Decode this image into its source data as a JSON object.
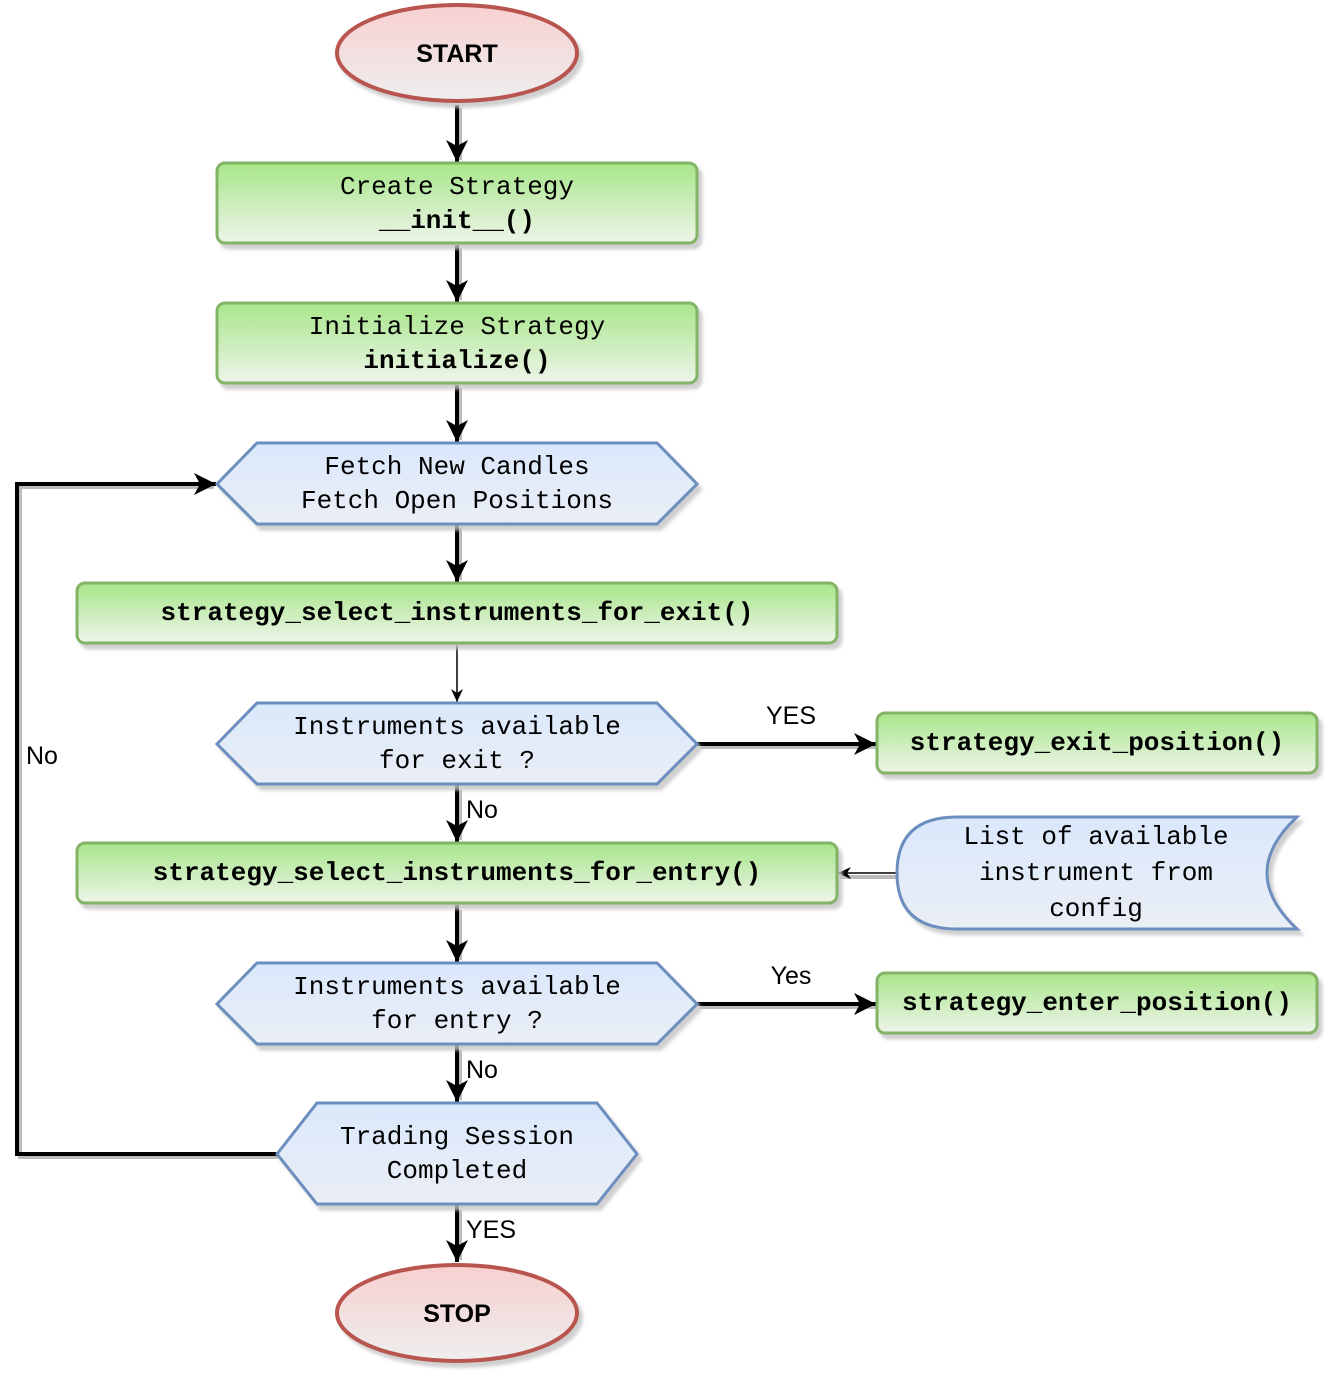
{
  "nodes": {
    "start": {
      "label": "START"
    },
    "create_strategy": {
      "line1": "Create Strategy",
      "line2": "__init__()"
    },
    "initialize_strategy": {
      "line1": "Initialize Strategy",
      "line2": "initialize()"
    },
    "fetch": {
      "line1": "Fetch New Candles",
      "line2": "Fetch Open Positions"
    },
    "select_exit": {
      "label": "strategy_select_instruments_for_exit()"
    },
    "exit_decision": {
      "line1": "Instruments available",
      "line2": "for exit ?"
    },
    "exit_position": {
      "label": "strategy_exit_position()"
    },
    "select_entry": {
      "label": "strategy_select_instruments_for_entry()"
    },
    "instrument_list": {
      "line1": "List of available",
      "line2": "instrument from",
      "line3": "config"
    },
    "entry_decision": {
      "line1": "Instruments available",
      "line2": "for entry ?"
    },
    "enter_position": {
      "label": "strategy_enter_position()"
    },
    "session_decision": {
      "line1": "Trading Session",
      "line2": "Completed"
    },
    "stop": {
      "label": "STOP"
    }
  },
  "edges": {
    "exit_yes": "YES",
    "exit_no": "No",
    "entry_yes": "Yes",
    "entry_no": "No",
    "session_yes": "YES",
    "session_no": "No"
  },
  "colors": {
    "terminal_fill_top": "#f8d0d0",
    "terminal_fill_bottom": "#eeeeee",
    "terminal_stroke": "#b85450",
    "process_fill_top": "#a8e68a",
    "process_fill_bottom": "#eef5ea",
    "process_stroke": "#82b366",
    "decision_fill_top": "#dae8fc",
    "decision_fill_bottom": "#eaeef5",
    "decision_stroke": "#6c8ebf"
  }
}
